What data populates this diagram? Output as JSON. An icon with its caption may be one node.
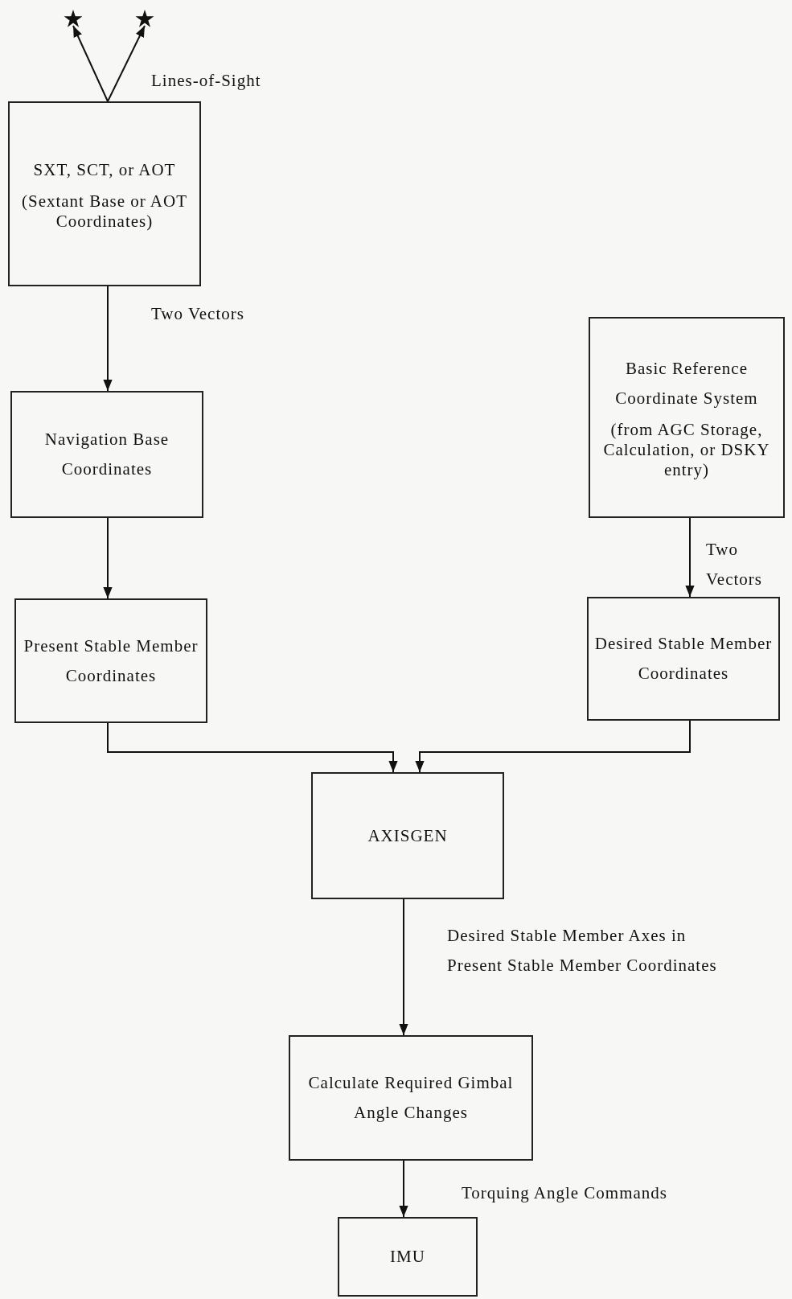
{
  "diagram": {
    "nodes": [
      {
        "text": [],
        "shape": "star"
      },
      {
        "text": [],
        "shape": "star"
      },
      {
        "text": [
          "SXT, SCT, or AOT",
          "(Sextant Base or AOT Coordinates)"
        ]
      },
      {
        "text": [
          "Navigation Base Coordinates"
        ]
      },
      {
        "text": [
          "Present Stable Member Coordinates"
        ]
      },
      {
        "text": [
          "Basic Reference Coordinate System",
          "(from AGC Storage, Calculation, or DSKY entry)"
        ]
      },
      {
        "text": [
          "Desired Stable Member Coordinates"
        ]
      },
      {
        "text": [
          "AXISGEN"
        ]
      },
      {
        "text": [
          "Calculate Required Gimbal Angle Changes"
        ]
      },
      {
        "text": [
          "IMU"
        ]
      }
    ],
    "edges": [
      {
        "from": 2,
        "to": 0,
        "arrow": "to"
      },
      {
        "from": 2,
        "to": 1,
        "arrow": "to",
        "label": "Lines-of-Sight"
      },
      {
        "from": 2,
        "to": 3,
        "arrow": "to",
        "label": "Two Vectors"
      },
      {
        "from": 3,
        "to": 4,
        "arrow": "to"
      },
      {
        "from": 5,
        "to": 6,
        "arrow": "to",
        "label": "Two Vectors"
      },
      {
        "from": 4,
        "to": 7,
        "arrow": "to"
      },
      {
        "from": 6,
        "to": 7,
        "arrow": "to"
      },
      {
        "from": 7,
        "to": 8,
        "arrow": "to",
        "label": "Desired Stable Member Axes in Present Stable Member Coordinates"
      },
      {
        "from": 8,
        "to": 9,
        "arrow": "to",
        "label": "Torquing Angle Commands"
      }
    ]
  }
}
